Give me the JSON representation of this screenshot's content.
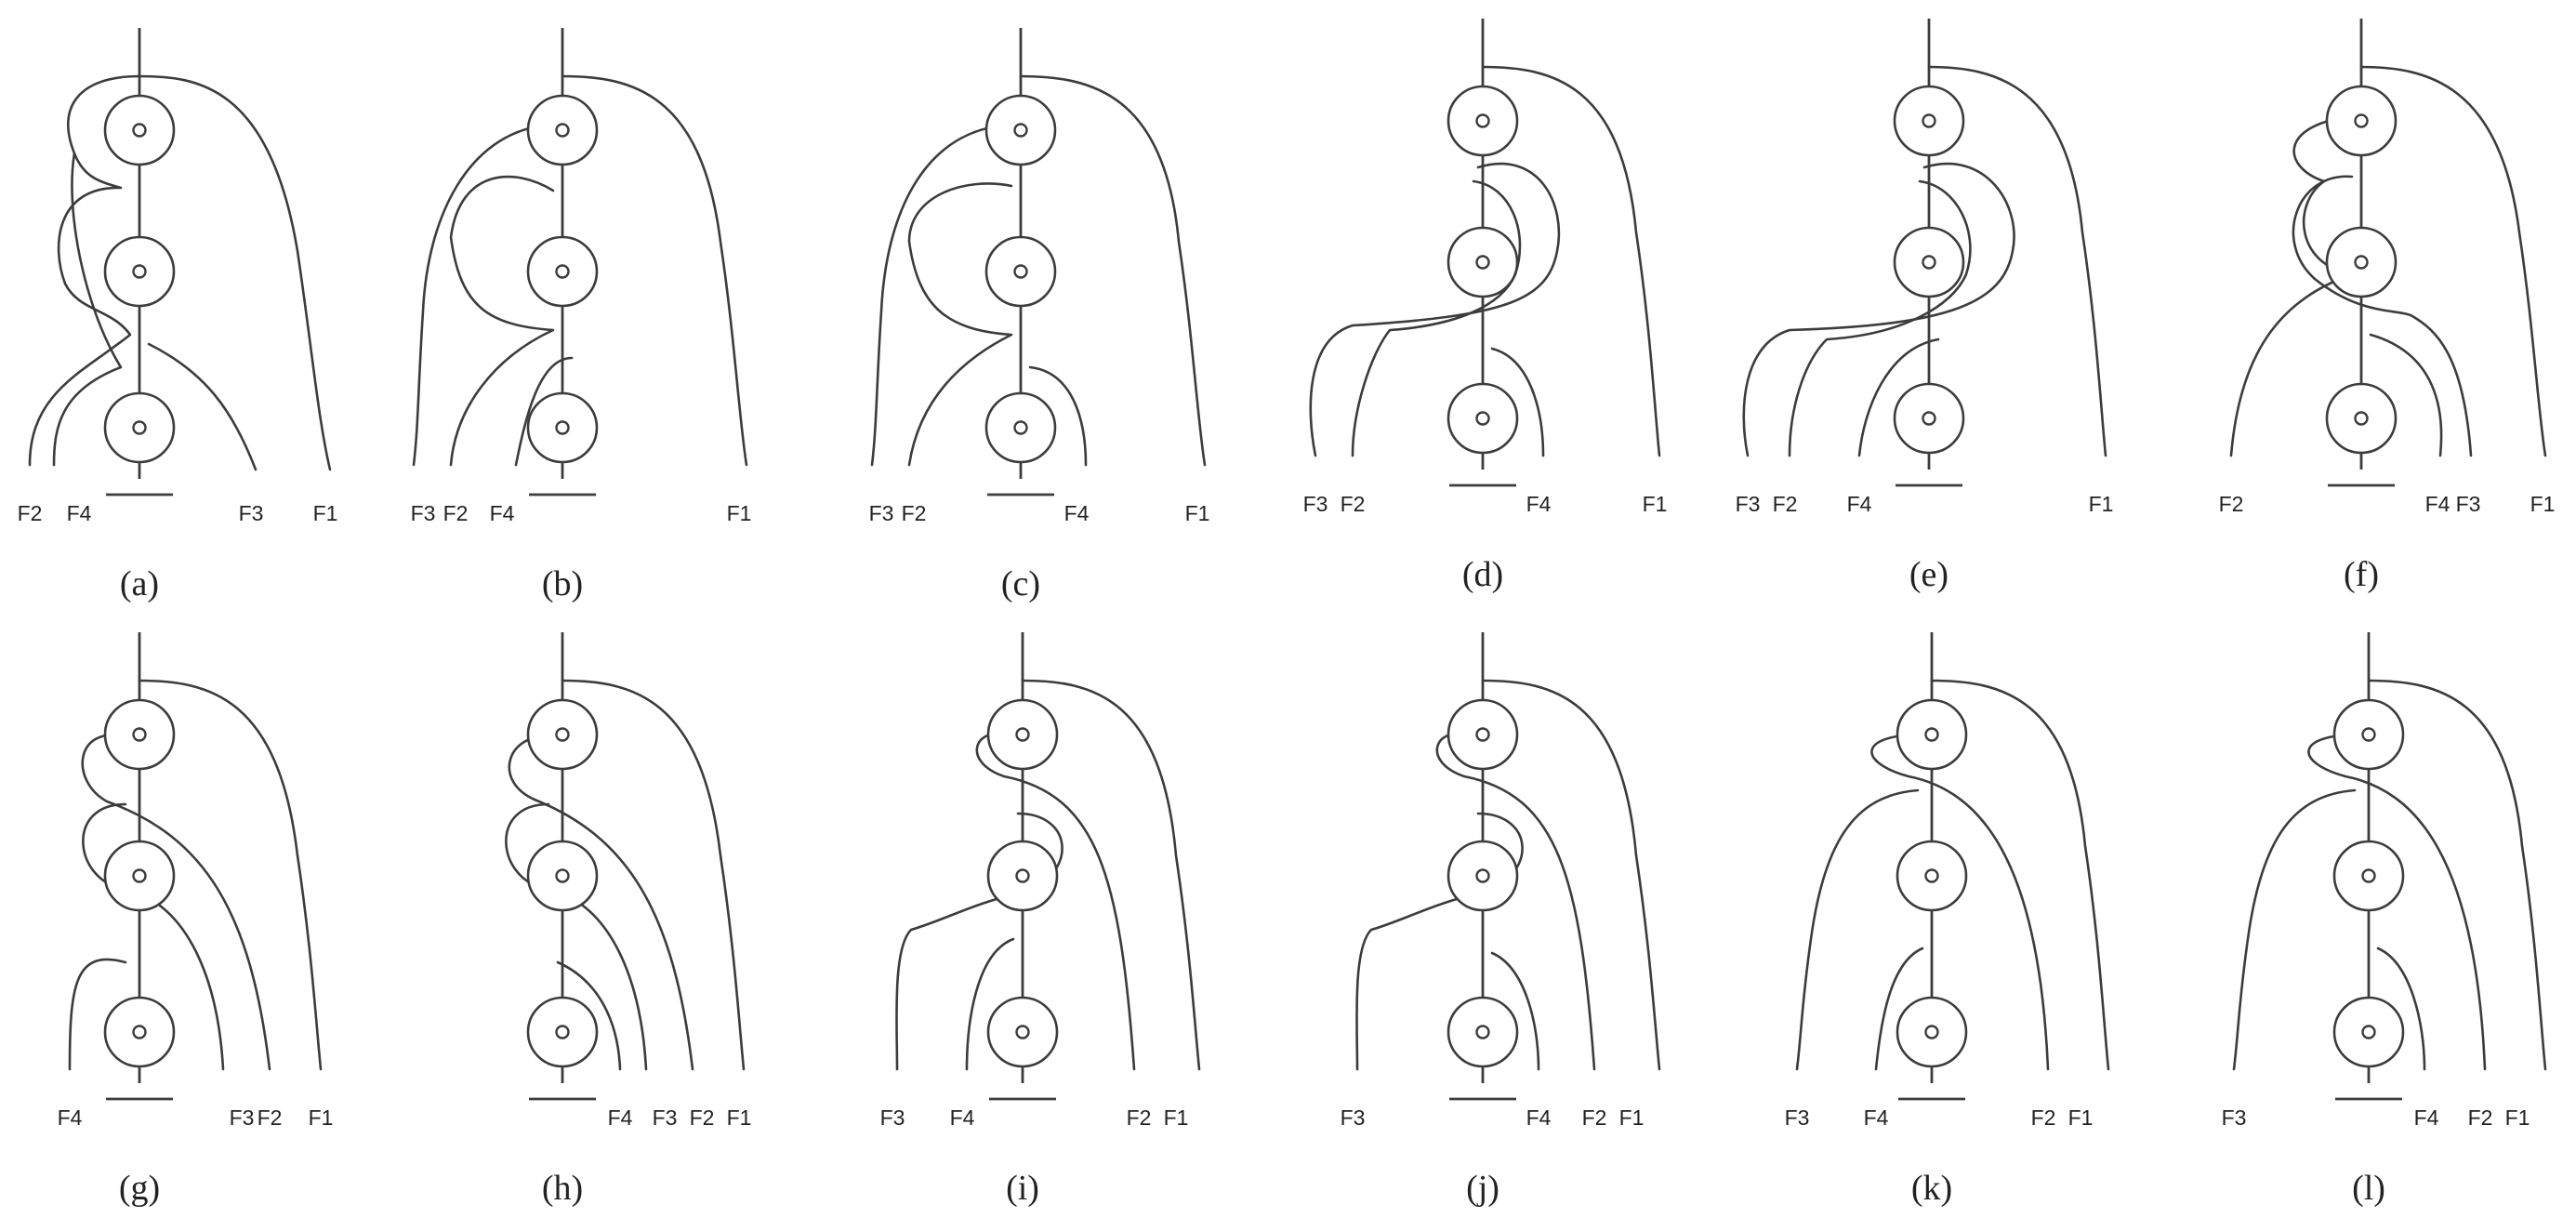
{
  "colors": {
    "ink": "#3c3c3c",
    "background": "#ffffff"
  },
  "panels": [
    {
      "id": "a",
      "caption": "(a)",
      "labels": [
        "F2",
        "F4",
        "F3",
        "F1"
      ]
    },
    {
      "id": "b",
      "caption": "(b)",
      "labels": [
        "F3",
        "F2",
        "F4",
        "F1"
      ]
    },
    {
      "id": "c",
      "caption": "(c)",
      "labels": [
        "F3",
        "F2",
        "F4",
        "F1"
      ]
    },
    {
      "id": "d",
      "caption": "(d)",
      "labels": [
        "F3",
        "F2",
        "F4",
        "F1"
      ]
    },
    {
      "id": "e",
      "caption": "(e)",
      "labels": [
        "F3",
        "F2",
        "F4",
        "F1"
      ]
    },
    {
      "id": "f",
      "caption": "(f)",
      "labels": [
        "F2",
        "F4",
        "F3",
        "F1"
      ]
    },
    {
      "id": "g",
      "caption": "(g)",
      "labels": [
        "F4",
        "F3",
        "F2",
        "F1"
      ]
    },
    {
      "id": "h",
      "caption": "(h)",
      "labels": [
        "F4",
        "F3",
        "F2",
        "F1"
      ]
    },
    {
      "id": "i",
      "caption": "(i)",
      "labels": [
        "F3",
        "F4",
        "F2",
        "F1"
      ]
    },
    {
      "id": "j",
      "caption": "(j)",
      "labels": [
        "F3",
        "F4",
        "F2",
        "F1"
      ]
    },
    {
      "id": "k",
      "caption": "(k)",
      "labels": [
        "F3",
        "F4",
        "F2",
        "F1"
      ]
    },
    {
      "id": "l",
      "caption": "(l)",
      "labels": [
        "F3",
        "F4",
        "F2",
        "F1"
      ]
    }
  ]
}
